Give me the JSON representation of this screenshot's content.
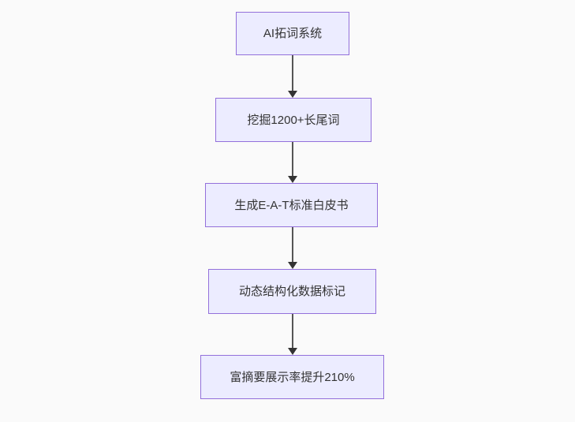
{
  "diagram": {
    "type": "flowchart",
    "direction": "top-down",
    "nodes": [
      {
        "label": "AI拓词系统"
      },
      {
        "label": "挖掘1200+长尾词"
      },
      {
        "label": "生成E-A-T标准白皮书"
      },
      {
        "label": "动态结构化数据标记"
      },
      {
        "label": "富摘要展示率提升210%"
      }
    ],
    "edges": [
      {
        "from": 0,
        "to": 1
      },
      {
        "from": 1,
        "to": 2
      },
      {
        "from": 2,
        "to": 3
      },
      {
        "from": 3,
        "to": 4
      }
    ],
    "colors": {
      "background": "#fafafa",
      "node_fill": "#ececff",
      "node_border": "#9370db",
      "node_text": "#333333",
      "edge_line": "#555555",
      "edge_arrowhead": "#333333"
    }
  }
}
